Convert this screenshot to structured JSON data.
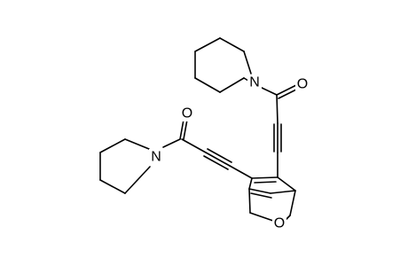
{
  "atoms": {
    "n_top": "N",
    "o_top": "O",
    "n_left": "N",
    "o_left": "O",
    "o_bridge": "O"
  }
}
